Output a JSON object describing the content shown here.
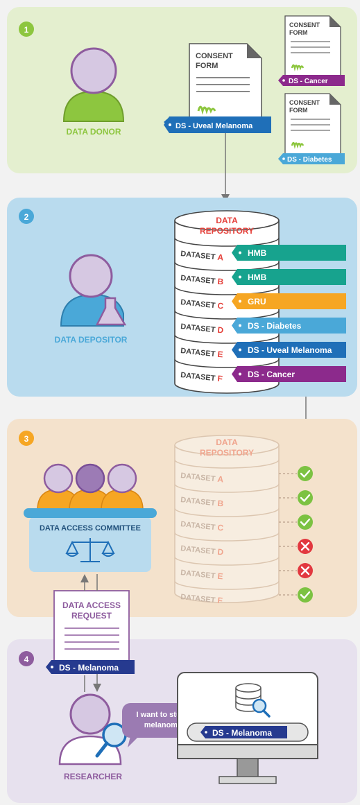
{
  "colors": {
    "panel1": "#e4efcf",
    "panel2": "#b9dbee",
    "panel3": "#f4e2cc",
    "panel4": "#e7e1ee",
    "green": "#8dc63f",
    "blue": "#4aa8d8",
    "orange": "#f6a623",
    "purple": "#8e5c9e",
    "teal": "#17a38e",
    "darkblue": "#1f6fb8",
    "navy": "#263a8f",
    "magenta": "#8c2a8c",
    "red": "#e5413b",
    "check": "#7cc242",
    "cross": "#e2383f"
  },
  "panels": [
    {
      "number": "1"
    },
    {
      "number": "2"
    },
    {
      "number": "3"
    },
    {
      "number": "4"
    }
  ],
  "section1": {
    "donor_label": "DATA DONOR",
    "main_form": {
      "title_line1": "CONSENT",
      "title_line2": "FORM",
      "tag": "DS - Uveal Melanoma"
    },
    "side_forms": [
      {
        "title_line1": "CONSENT",
        "title_line2": "FORM",
        "tag": "DS - Cancer"
      },
      {
        "title_line1": "CONSENT",
        "title_line2": "FORM",
        "tag": "DS - Diabetes"
      }
    ]
  },
  "section2": {
    "depositor_label": "DATA DEPOSITOR",
    "repository_title_line1": "DATA",
    "repository_title_line2": "REPOSITORY",
    "dataset_word": "DATASET",
    "datasets": [
      {
        "letter": "A",
        "tag": "HMB",
        "tag_color": "teal"
      },
      {
        "letter": "B",
        "tag": "HMB",
        "tag_color": "teal"
      },
      {
        "letter": "C",
        "tag": "GRU",
        "tag_color": "orange"
      },
      {
        "letter": "D",
        "tag": "DS - Diabetes",
        "tag_color": "blue"
      },
      {
        "letter": "E",
        "tag": "DS - Uveal Melanoma",
        "tag_color": "darkblue"
      },
      {
        "letter": "F",
        "tag": "DS - Cancer",
        "tag_color": "magenta"
      }
    ]
  },
  "section3": {
    "committee_label": "DATA ACCESS COMMITTEE",
    "repository_title_line1": "DATA",
    "repository_title_line2": "REPOSITORY",
    "dataset_word": "DATASET",
    "datasets": [
      {
        "letter": "A",
        "status": "approved",
        "status_icon": "check-icon"
      },
      {
        "letter": "B",
        "status": "approved",
        "status_icon": "check-icon"
      },
      {
        "letter": "C",
        "status": "approved",
        "status_icon": "check-icon"
      },
      {
        "letter": "D",
        "status": "denied",
        "status_icon": "cross-icon"
      },
      {
        "letter": "E",
        "status": "denied",
        "status_icon": "cross-icon"
      },
      {
        "letter": "F",
        "status": "approved",
        "status_icon": "check-icon"
      }
    ]
  },
  "section4": {
    "request_title_line1": "DATA ACCESS",
    "request_title_line2": "REQUEST",
    "request_tag": "DS - Melanoma",
    "speech_line1": "I want to study",
    "speech_line2": "melanoma",
    "search_tag": "DS - Melanoma",
    "researcher_label": "RESEARCHER"
  }
}
